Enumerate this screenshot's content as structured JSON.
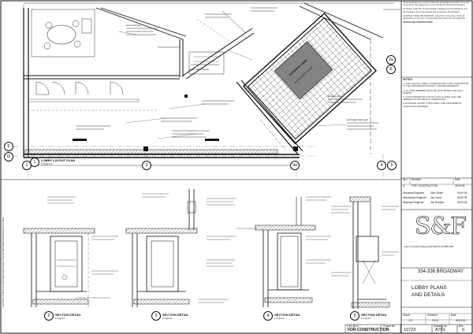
{
  "sheet": {
    "top_notes": [
      "These drawings are a result of adequate preparation and does not ensure construction that shall govern to the architect for final documentation.",
      "Contractor shall refer to all consultants drawings and specifications. Any discrepancies are to be reported and resolved by the architect.",
      "CONTRACT RECORD DRAWING. Issued for construction. Verify all dimensions on site prior to construction and report any discrepancies."
    ],
    "issue_stamp": "ISSUED FOR CONSTRUCTION",
    "notes_heading": "NOTES:",
    "notes": [
      "1. ATRIA, ROOMS, LOBBY & OTHER SPACES TO BE CONSTRUCTED TO THE APPROPRIATE BUILDING CODE REQUIREMENTS.",
      "2. ALL STEEL MEMBERS SHALL BE SHOP PRIMED AND FIELD PAINTED.",
      "3. GLASS DIMENSIONS FOR SKYLIGHT GLAZING SHALL BE VERIFIED ON SITE PRIOR TO FABRICATION.",
      "4. ENTRANCE CANOPY STRUCTURE TO BE CONFIRMED BY STRUCTURAL ENGINEER."
    ],
    "revision_header": [
      "Rev",
      "Revision",
      "Date"
    ],
    "revisions": [
      {
        "rev": "A",
        "desc": "FOR CONSTRUCTION",
        "date": "05.09.05"
      }
    ],
    "consultants": [
      {
        "role": "Structural Engineer",
        "name": "John Smith",
        "date": "05.09.05"
      },
      {
        "role": "Mechanical Engineer",
        "name": "Joe Jones",
        "date": "05.09.05"
      },
      {
        "role": "Electrical Engineer",
        "name": "Jim Roberts",
        "date": "05.09.05"
      }
    ],
    "firm_logo": "S&F",
    "firm_address": "Level 4, 20 Street Sydney NSW 2000 Ph 02 9555 5555",
    "project": "334-336 BROADWAY",
    "drawing_title_line1": "LOBBY PLANS",
    "drawing_title_line2": "AND DETAILS",
    "scale_row": {
      "drawn_label": "Drawn",
      "checked_label": "Checked",
      "date_label": "Date",
      "drawn": "J.S.",
      "checked": "F.A.B.",
      "date": "05.09.05"
    },
    "scale_label": "1:50 @ A1",
    "project_no_label": "Project No.",
    "drawing_no_label": "Drawing No.",
    "rev_label": "Rev",
    "status": "FOR CONSTRUCTION",
    "project_no": "10723",
    "drawing_no": "A701",
    "revision": "0",
    "views": [
      {
        "num": "1",
        "title": "LOBBY LAYOUT PLAN",
        "scale": "1:50 @ A1"
      },
      {
        "num": "2",
        "title": "SECTION DETAIL",
        "scale": "1:5 @ A1"
      },
      {
        "num": "3",
        "title": "SECTION DETAIL",
        "scale": "1:5 @ A1"
      },
      {
        "num": "4",
        "title": "SECTION DETAIL",
        "scale": "1:5 @ A1"
      },
      {
        "num": "5",
        "title": "SECTION DETAIL",
        "scale": "1:5 @ A1"
      }
    ],
    "grid_letters": [
      "F",
      "G",
      "2a",
      "E",
      "3a",
      "4",
      "5",
      "1",
      "2"
    ],
    "plan_labels": [
      "ENTRANCE LOBBY",
      "GLASS CANOPY OVER",
      "Lobby Glass Screen",
      "Entrance Door",
      "Line of Awning",
      "Full height Glass wall"
    ],
    "margin_text": "PLOTTED: 05.09.05 10:23AM   \\\\SERVER\\PROJECTS\\10723 BROADWAY\\DRAWINGS\\A701.DWG"
  }
}
